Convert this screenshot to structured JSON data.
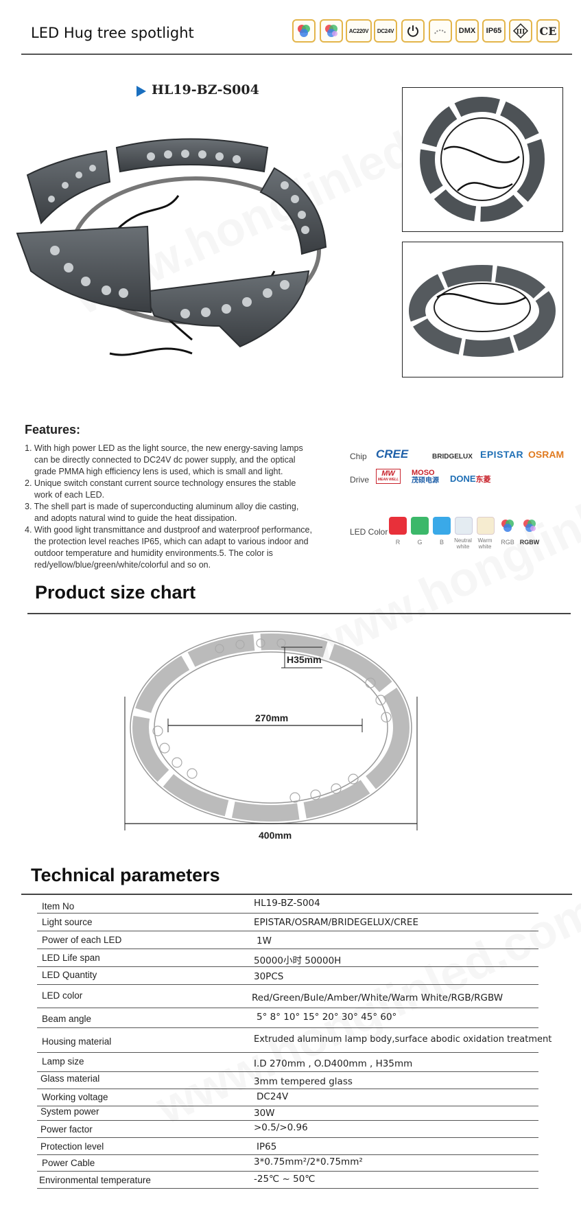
{
  "header": {
    "title": "LED Hug tree spotlight",
    "badges": [
      {
        "label": "",
        "icon": "rgb-circles-icon"
      },
      {
        "label": "",
        "icon": "rgbw-circles-icon"
      },
      {
        "label": "AC220V",
        "icon": "ac-voltage-icon"
      },
      {
        "label": "DC24V",
        "icon": "dc-voltage-icon"
      },
      {
        "label": "",
        "icon": "power-icon"
      },
      {
        "label": "",
        "icon": "dimmer-icon"
      },
      {
        "label": "DMX",
        "icon": "dmx-icon"
      },
      {
        "label": "IP65",
        "icon": "ip-rating-icon"
      },
      {
        "label": "",
        "icon": "class-iii-icon"
      },
      {
        "label": "CE",
        "icon": "ce-mark-icon"
      }
    ]
  },
  "product": {
    "model": "HL19-BZ-S004"
  },
  "features": {
    "heading": "Features:",
    "items": [
      "1. With high power LED as the light source, the new energy-saving lamps can be directly connected to DC24V dc power supply, and the optical grade PMMA high efficiency lens is used, which is small and light.",
      "2. Unique switch constant current source technology ensures the stable work of each LED.",
      "3. The shell part is made of superconducting aluminum alloy die casting, and adopts natural wind to guide the heat dissipation.",
      "4. With good light transmittance and dustproof and waterproof performance, the protection level reaches IP65, which can adapt to various indoor and outdoor temperature and humidity environments.5. The color is red/yellow/blue/green/white/colorful and so on."
    ]
  },
  "suppliers": {
    "chip_label": "Chip",
    "chip_brands": [
      "CREE",
      "BRIDGELUX",
      "EPISTAR",
      "OSRAM"
    ],
    "drive_label": "Drive",
    "drive_brands": [
      "MW",
      "MEAN WELL",
      "MOSO",
      "茂硕电源",
      "DONE",
      "东菱"
    ]
  },
  "led_colors": {
    "label": "LED Color",
    "items": [
      {
        "name": "R",
        "color": "#e8303a"
      },
      {
        "name": "G",
        "color": "#3cb86a"
      },
      {
        "name": "B",
        "color": "#3aa9e8"
      },
      {
        "name": "Neutral white",
        "color": "#e4ecf2"
      },
      {
        "name": "Warm white",
        "color": "#f6ecd0"
      },
      {
        "name": "RGB",
        "color": "#ffffff"
      },
      {
        "name": "RGBW",
        "color": "#ffffff"
      }
    ]
  },
  "size_chart": {
    "heading": "Product size chart",
    "height_label": "H35mm",
    "inner_label": "270mm",
    "outer_label": "400mm"
  },
  "tech": {
    "heading": "Technical parameters",
    "rows": [
      {
        "key": "Item No",
        "value": "HL19-BZ-S004"
      },
      {
        "key": "Light source",
        "value": "EPISTAR/OSRAM/BRIDEGELUX/CREE"
      },
      {
        "key": "Power of each LED",
        "value": "1W"
      },
      {
        "key": "LED Life span",
        "value": "50000小时 50000H"
      },
      {
        "key": "LED Quantity",
        "value": "30PCS"
      },
      {
        "key": "LED color",
        "value": "Red/Green/Bule/Amber/White/Warm White/RGB/RGBW"
      },
      {
        "key": "Beam angle",
        "value": "5° 8° 10° 15° 20° 30° 45° 60°"
      },
      {
        "key": "Housing material",
        "value": "Extruded aluminum lamp body,surface abodic oxidation treatment"
      },
      {
        "key": "Lamp size",
        "value": "I.D 270mm , O.D400mm , H35mm"
      },
      {
        "key": "Glass material",
        "value": "3mm tempered glass"
      },
      {
        "key": "Working voltage",
        "value": "DC24V"
      },
      {
        "key": "System power",
        "value": "30W"
      },
      {
        "key": "Power factor",
        "value": ">0.5/>0.96"
      },
      {
        "key": "Protection level",
        "value": "IP65"
      },
      {
        "key": "Power Cable",
        "value": "3*0.75mm²/2*0.75mm²"
      },
      {
        "key": "Environmental temperature",
        "value": "-25℃ ~ 50℃"
      }
    ]
  },
  "watermark": "www.honglinled.com",
  "colors": {
    "accent_arrow": "#1a6fbf",
    "badge_border": "#e3b54a",
    "housing_gray": "#4d5256"
  }
}
